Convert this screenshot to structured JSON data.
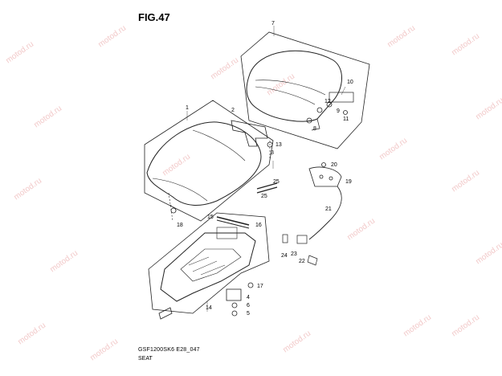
{
  "figure": {
    "title": "FIG.47",
    "code": "GSF1200SK6 E28_047",
    "caption": "SEAT"
  },
  "watermark": "motod.ru",
  "callouts": [
    "1",
    "2",
    "3",
    "4",
    "5",
    "6",
    "7",
    "8",
    "9",
    "10",
    "11",
    "12",
    "13",
    "14",
    "15",
    "16",
    "17",
    "18",
    "19",
    "20",
    "21",
    "22",
    "23",
    "24",
    "25"
  ]
}
